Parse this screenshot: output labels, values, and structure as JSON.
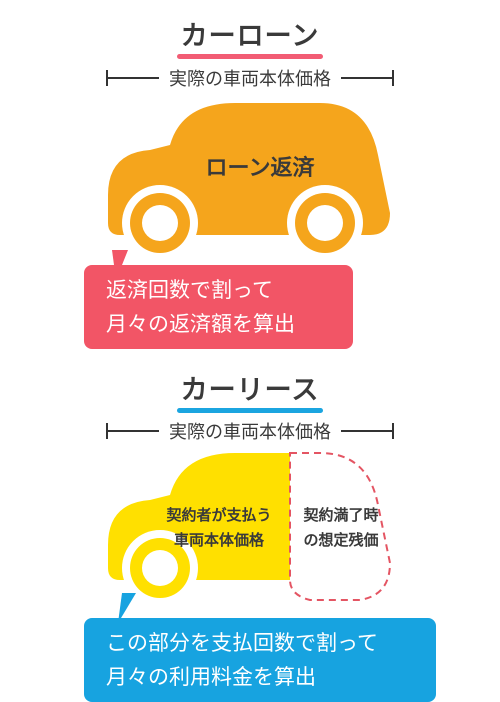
{
  "loan": {
    "title": "カーローン",
    "span_label": "実際の車両本体価格",
    "car_label": "ローン返済",
    "callout_line1": "返済回数で割って",
    "callout_line2": "月々の返済額を算出"
  },
  "lease": {
    "title": "カーリース",
    "span_label": "実際の車両本体価格",
    "left_label_line1": "契約者が支払う",
    "left_label_line2": "車両本体価格",
    "right_label_line1": "契約満了時",
    "right_label_line2": "の想定残価",
    "callout_line1": "この部分を支払回数で割って",
    "callout_line2": "月々の利用料金を算出"
  },
  "colors": {
    "loan_title_underline": "#f25c74",
    "lease_title_underline": "#1ba5e0",
    "loan_car": "#f5a51c",
    "lease_car": "#ffe000",
    "loan_callout": "#f25566",
    "lease_callout": "#17a3e0",
    "residual_outline": "#e45563",
    "wheel_inner": "#ffffff"
  },
  "icons": {
    "loan_car": "car-silhouette-icon",
    "lease_car": "car-silhouette-split-icon"
  }
}
